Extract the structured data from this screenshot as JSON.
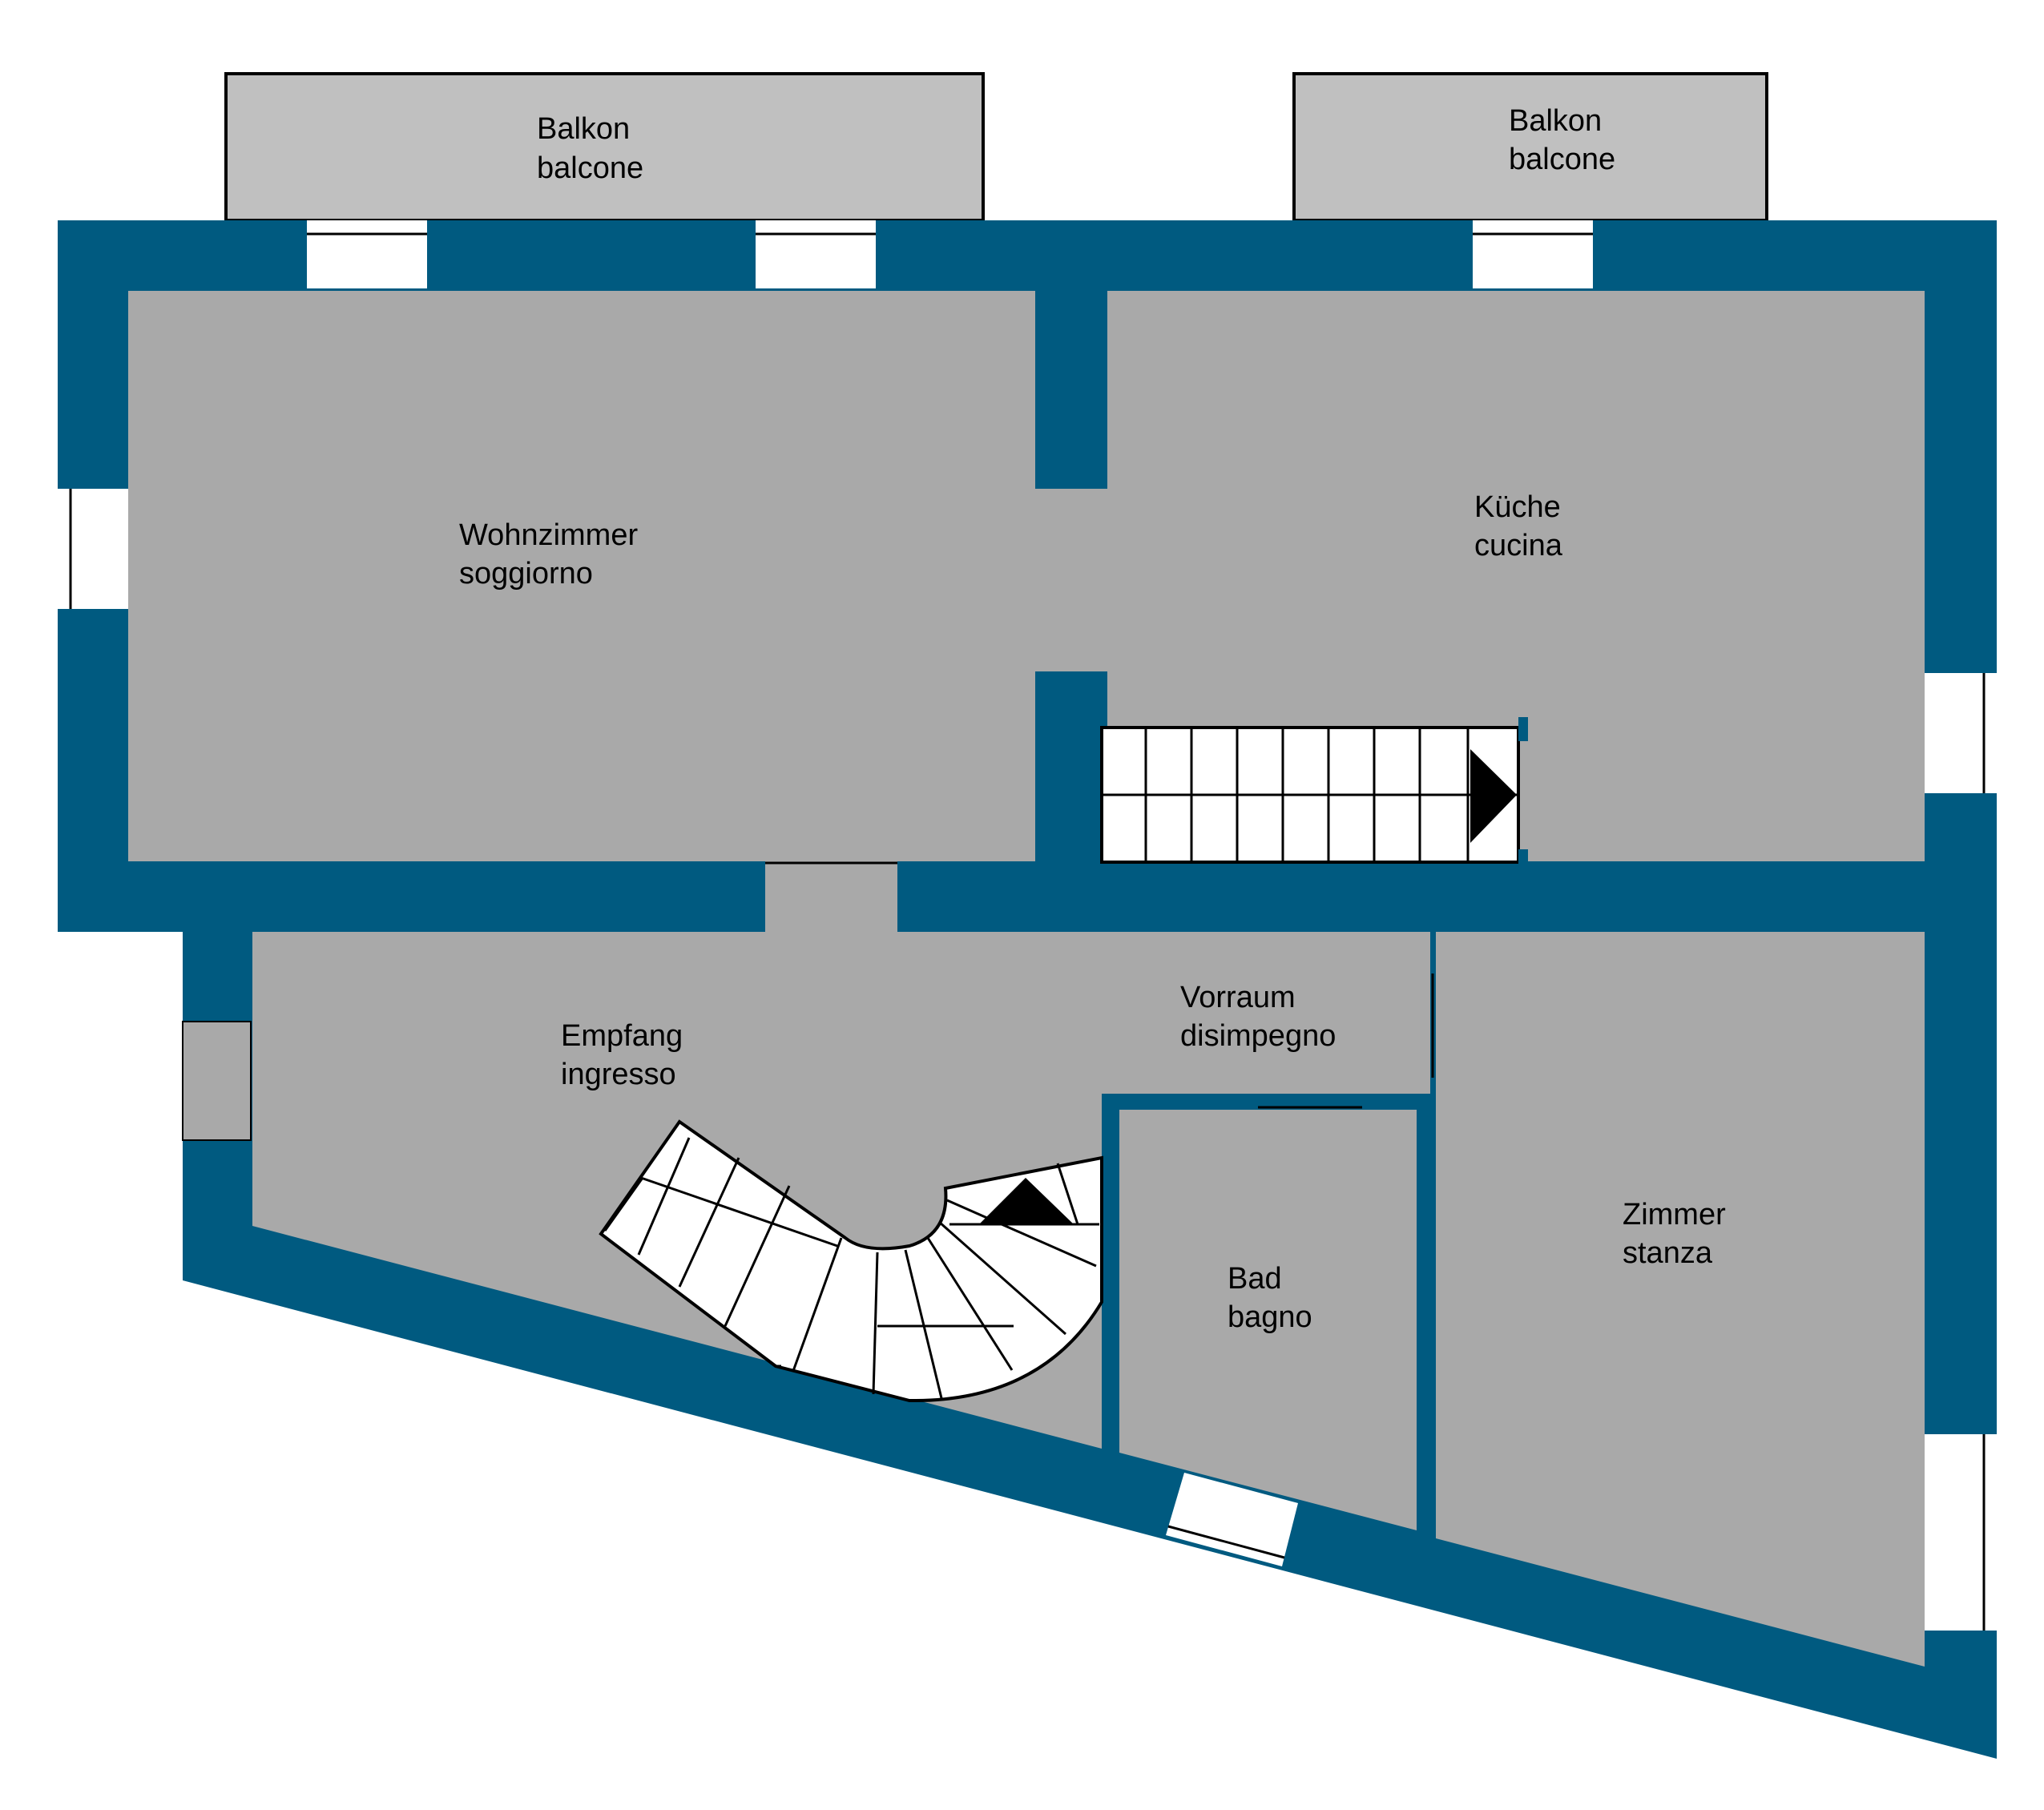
{
  "colors": {
    "wall": "#005a80",
    "room": "#a9a9a9",
    "balcony": "#c0c0c0",
    "window": "#ffffff",
    "stair": "#ffffff",
    "outline": "#000000"
  },
  "rooms": {
    "balcony_left": {
      "line1": "Balkon",
      "line2": "balcone"
    },
    "balcony_right": {
      "line1": "Balkon",
      "line2": "balcone"
    },
    "living": {
      "line1": "Wohnzimmer",
      "line2": "soggiorno"
    },
    "kitchen": {
      "line1": "Küche",
      "line2": "cucina"
    },
    "entrance": {
      "line1": "Empfang",
      "line2": "ingresso"
    },
    "vestibule": {
      "line1": "Vorraum",
      "line2": "disimpegno"
    },
    "bedroom": {
      "line1": "Zimmer",
      "line2": "stanza"
    },
    "bathroom": {
      "line1": "Bad",
      "line2": "bagno"
    }
  },
  "icons": {
    "straight_stair_arrow": "triangle-right",
    "spiral_stair_arrow": "triangle-up"
  }
}
